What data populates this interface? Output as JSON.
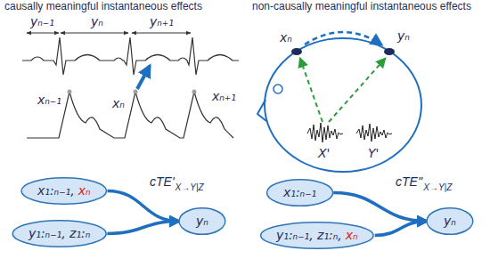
{
  "diagram": {
    "nodes": [
      {
        "text": [
          "x₁:ₙ₋₁,",
          "xₙ"
        ]
      },
      {
        "text": [
          "y₁:ₙ₋₁, z₁:ₙ"
        ]
      },
      {
        "text": [
          "yₙ"
        ]
      },
      {
        "text": [
          "x₁:ₙ₋₁"
        ]
      },
      {
        "text": [
          "y₁:ₙ₋₁, z₁:ₙ,",
          "xₙ"
        ]
      },
      {
        "text": [
          "yₙ"
        ]
      }
    ],
    "edges": [
      {
        "from": 0,
        "to": 2,
        "arrow": "to"
      },
      {
        "from": 1,
        "to": 2,
        "arrow": "to"
      },
      {
        "from": 3,
        "to": 5,
        "arrow": "to"
      },
      {
        "from": 4,
        "to": 5,
        "arrow": "to"
      }
    ],
    "labels": [
      "causally meaningful instantaneous effects",
      "yₙ₋₁",
      "yₙ",
      "yₙ₊₁",
      "xₙ₋₁",
      "xₙ",
      "xₙ₊₁",
      "cTE'",
      "X→Y|Z",
      "non-causally meaningful instantaneous effects",
      "xₙ",
      "yₙ",
      "X'",
      "Y'",
      "cTE''",
      "X→Y|Z"
    ]
  }
}
